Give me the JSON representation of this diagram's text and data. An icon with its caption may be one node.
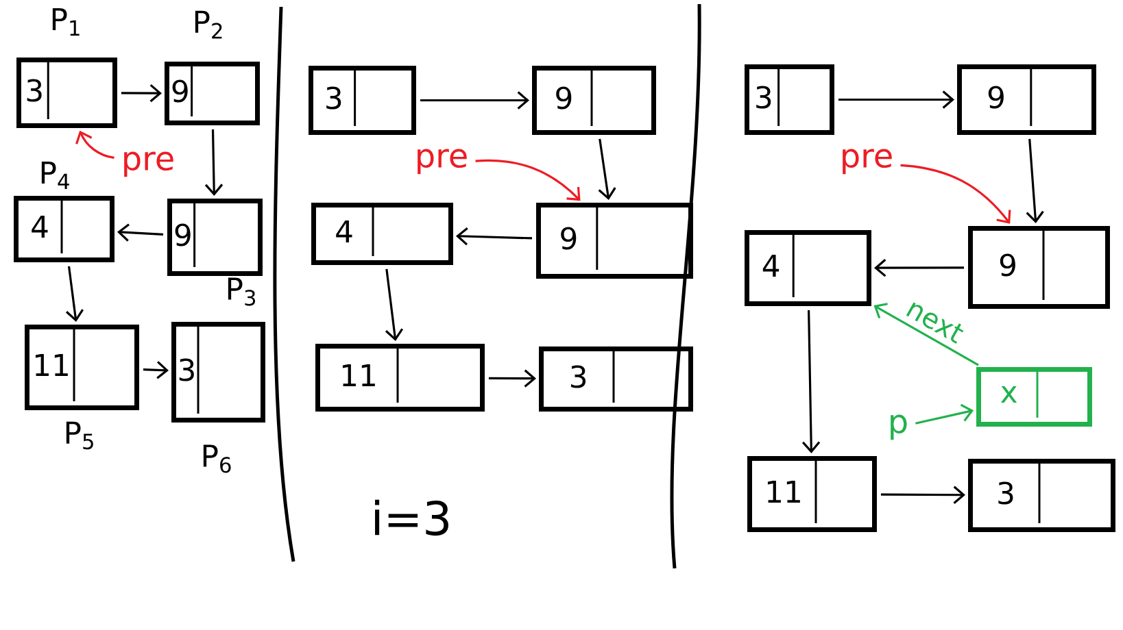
{
  "diagram": {
    "nodes": [
      {
        "text": [
          "3"
        ],
        "beside": [
          "P$_{1}$"
        ]
      },
      {
        "text": [
          "9"
        ],
        "beside": [
          "P$_{2}$"
        ]
      },
      {
        "text": [
          "4"
        ],
        "beside": [
          "P$_{4}$"
        ]
      },
      {
        "text": [
          "9"
        ],
        "beside": [
          "P$_{3}$"
        ]
      },
      {
        "text": [
          "11"
        ],
        "beside": [
          "P$_{5}$"
        ]
      },
      {
        "text": [
          "3"
        ],
        "beside": [
          "P$_{6}$"
        ]
      },
      {
        "text": [
          "pre"
        ]
      },
      {
        "text": [
          "3"
        ]
      },
      {
        "text": [
          "9"
        ]
      },
      {
        "text": [
          "4"
        ]
      },
      {
        "text": [
          "9"
        ]
      },
      {
        "text": [
          "11"
        ]
      },
      {
        "text": [
          "3"
        ]
      },
      {
        "text": [
          "pre"
        ]
      },
      {
        "text": [
          "3"
        ]
      },
      {
        "text": [
          "9"
        ]
      },
      {
        "text": [
          "4"
        ]
      },
      {
        "text": [
          "9"
        ]
      },
      {
        "text": [
          "x"
        ]
      },
      {
        "text": [
          "11"
        ]
      },
      {
        "text": [
          "3"
        ]
      },
      {
        "text": [
          "pre"
        ]
      },
      {
        "text": [
          "p"
        ]
      }
    ],
    "edges": [
      {
        "from": 0,
        "to": 1,
        "arrow": "to"
      },
      {
        "from": 1,
        "to": 3,
        "arrow": "to"
      },
      {
        "from": 3,
        "to": 2,
        "arrow": "to"
      },
      {
        "from": 2,
        "to": 4,
        "arrow": "to"
      },
      {
        "from": 4,
        "to": 5,
        "arrow": "to"
      },
      {
        "from": 6,
        "to": 0,
        "arrow": "to",
        "color": "#ed1c24"
      },
      {
        "from": 7,
        "to": 8,
        "arrow": "to"
      },
      {
        "from": 8,
        "to": 10,
        "arrow": "to"
      },
      {
        "from": 10,
        "to": 9,
        "arrow": "to"
      },
      {
        "from": 9,
        "to": 11,
        "arrow": "to"
      },
      {
        "from": 11,
        "to": 12,
        "arrow": "to"
      },
      {
        "from": 13,
        "to": 10,
        "arrow": "to",
        "color": "#ed1c24"
      },
      {
        "from": 14,
        "to": 15,
        "arrow": "to"
      },
      {
        "from": 15,
        "to": 17,
        "arrow": "to"
      },
      {
        "from": 17,
        "to": 16,
        "arrow": "to"
      },
      {
        "from": 16,
        "to": 19,
        "arrow": "to"
      },
      {
        "from": 19,
        "to": 20,
        "arrow": "to"
      },
      {
        "from": 21,
        "to": 17,
        "arrow": "to",
        "color": "#ed1c24"
      },
      {
        "from": 18,
        "to": 16,
        "arrow": "to",
        "label": "next",
        "color": "#22b14c"
      },
      {
        "from": 22,
        "to": 18,
        "arrow": "to",
        "color": "#22b14c"
      }
    ],
    "labels": [
      "i=3"
    ]
  }
}
